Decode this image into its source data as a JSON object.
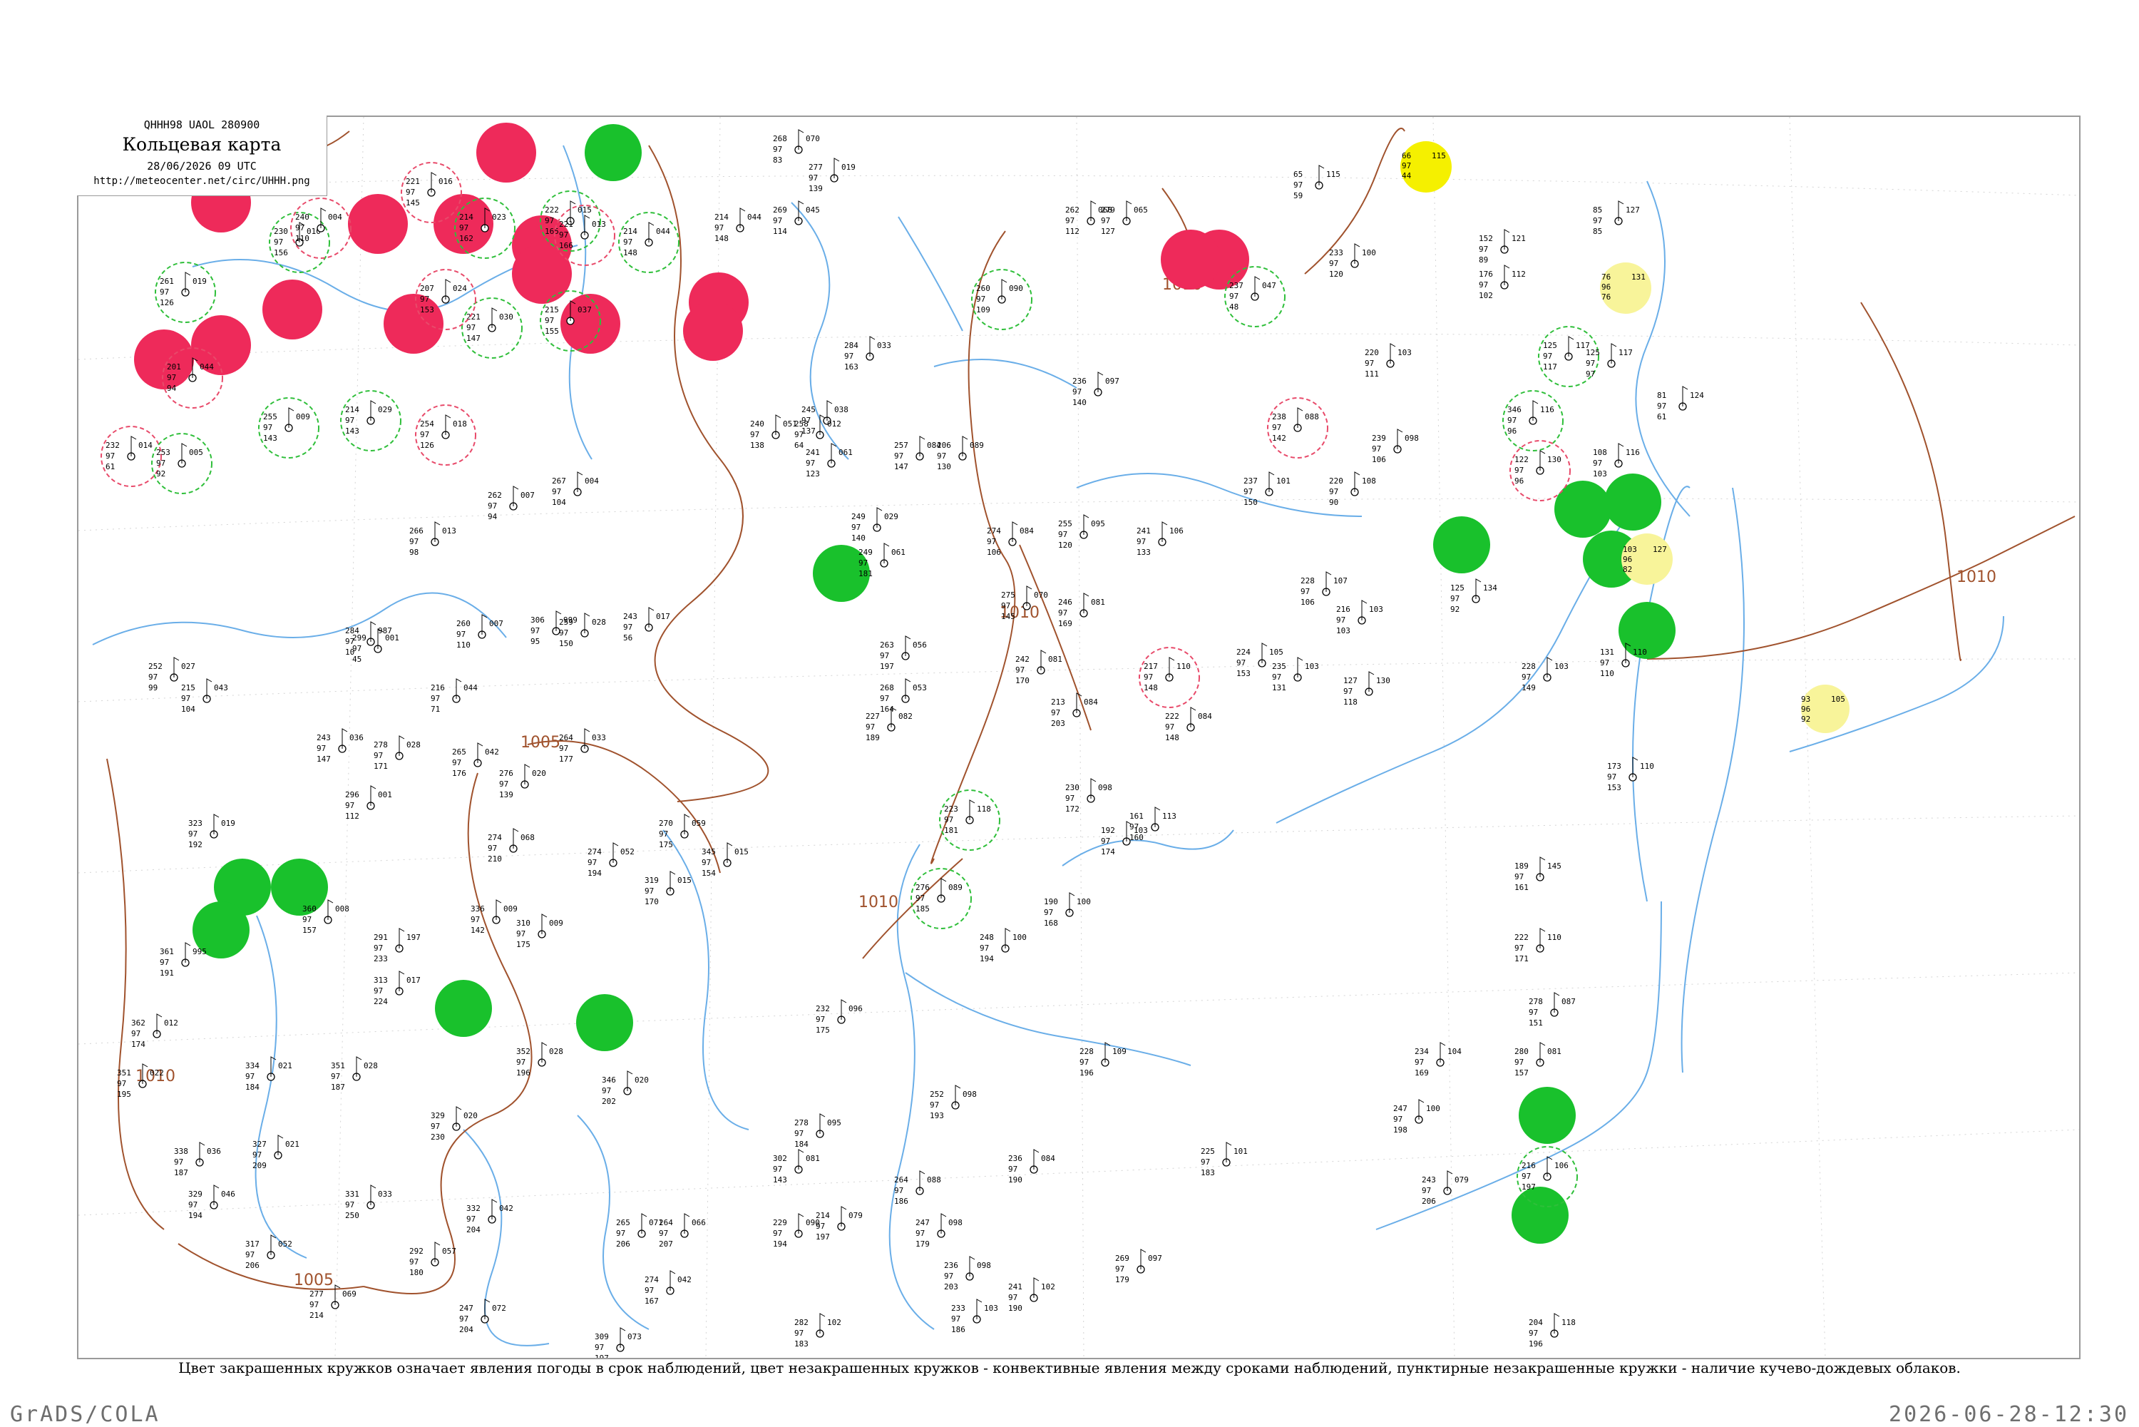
{
  "header": {
    "line1": "QHHH98  UAOL  280900",
    "title": "Кольцевая карта",
    "date": "28/06/2026 09 UTC",
    "url": "http://meteocenter.net/circ/UHHH.png"
  },
  "caption": "Цвет закрашенных кружков означает явления погоды в срок наблюдений, цвет незакрашенных кружков - конвективные явления между сроками наблюдений, пунктирные незакрашенные кружки - наличие кучево-дождевых облаков.",
  "footer": {
    "left": "GrADS/COLA",
    "right": "2026-06-28-12:30"
  },
  "colors": {
    "red_fill": "#ee2a5a",
    "green_fill": "#19c12c",
    "yellow_fill": "#f5f000",
    "pale_yellow_fill": "#f8f49a",
    "isobar": "#a0522d",
    "river": "#6aaee8",
    "dashed_green": "#2fbf3a",
    "dashed_red": "#e84a6a"
  },
  "isobar_labels": [
    "1010",
    "1005",
    "1010",
    "1005",
    "1010",
    "1010",
    "1010"
  ],
  "stations": [
    {
      "id": "a1",
      "p": "241",
      "t": "97",
      "d": "133",
      "q": "106"
    },
    {
      "id": "a2",
      "p": "237",
      "t": "97",
      "d": "150",
      "q": "101"
    },
    {
      "id": "a3",
      "p": "255",
      "t": "97",
      "d": "120",
      "q": "095"
    },
    {
      "id": "a4",
      "p": "236",
      "t": "97",
      "d": "140",
      "q": "097"
    },
    {
      "id": "a5",
      "p": "222",
      "t": "97",
      "d": "148",
      "q": "084"
    },
    {
      "id": "a6",
      "p": "224",
      "t": "97",
      "d": "153",
      "q": "105"
    },
    {
      "id": "a7",
      "p": "235",
      "t": "97",
      "d": "131",
      "q": "103"
    },
    {
      "id": "a8",
      "p": "228",
      "t": "97",
      "d": "106",
      "q": "107"
    },
    {
      "id": "a9",
      "p": "216",
      "t": "97",
      "d": "103",
      "q": "103"
    },
    {
      "id": "a10",
      "p": "127",
      "t": "97",
      "d": "118",
      "q": "130"
    },
    {
      "id": "a11",
      "p": "230",
      "t": "97",
      "d": "172",
      "q": "098"
    },
    {
      "id": "a12",
      "p": "192",
      "t": "97",
      "d": "174",
      "q": "103"
    },
    {
      "id": "a13",
      "p": "161",
      "t": "97",
      "d": "160",
      "q": "113"
    },
    {
      "id": "a14",
      "p": "190",
      "t": "97",
      "d": "168",
      "q": "100"
    },
    {
      "id": "a15",
      "p": "248",
      "t": "97",
      "d": "194",
      "q": "100"
    },
    {
      "id": "a16",
      "p": "228",
      "t": "97",
      "d": "196",
      "q": "109"
    },
    {
      "id": "a17",
      "p": "225",
      "t": "97",
      "d": "183",
      "q": "101"
    },
    {
      "id": "a18",
      "p": "234",
      "t": "97",
      "d": "169",
      "q": "104"
    },
    {
      "id": "a19",
      "p": "247",
      "t": "97",
      "d": "198",
      "q": "100"
    },
    {
      "id": "a20",
      "p": "243",
      "t": "97",
      "d": "206",
      "q": "079"
    },
    {
      "id": "a21",
      "p": "229",
      "t": "97",
      "d": "194",
      "q": "090"
    },
    {
      "id": "a22",
      "p": "228",
      "t": "97",
      "d": "149",
      "q": "103"
    },
    {
      "id": "a23",
      "p": "131",
      "t": "97",
      "d": "110",
      "q": "110"
    },
    {
      "id": "a24",
      "p": "173",
      "t": "97",
      "d": "153",
      "q": "110"
    },
    {
      "id": "a25",
      "p": "189",
      "t": "97",
      "d": "161",
      "q": "145"
    },
    {
      "id": "a26",
      "p": "222",
      "t": "97",
      "d": "171",
      "q": "110"
    },
    {
      "id": "a27",
      "p": "278",
      "t": "97",
      "d": "151",
      "q": "087"
    },
    {
      "id": "a28",
      "p": "280",
      "t": "97",
      "d": "157",
      "q": "081"
    },
    {
      "id": "a29",
      "p": "204",
      "t": "97",
      "d": "196",
      "q": "118"
    },
    {
      "id": "a30",
      "p": "125",
      "t": "97",
      "d": "92",
      "q": "134"
    },
    {
      "id": "a31",
      "p": "220",
      "t": "97",
      "d": "111",
      "q": "103"
    },
    {
      "id": "a32",
      "p": "233",
      "t": "97",
      "d": "120",
      "q": "100"
    },
    {
      "id": "a33",
      "p": "239",
      "t": "97",
      "d": "106",
      "q": "098"
    },
    {
      "id": "a34",
      "p": "220",
      "t": "97",
      "d": "90",
      "q": "108"
    },
    {
      "id": "a35",
      "p": "152",
      "t": "97",
      "d": "89",
      "q": "121"
    },
    {
      "id": "a36",
      "p": "176",
      "t": "97",
      "d": "102",
      "q": "112"
    },
    {
      "id": "a37",
      "p": "125",
      "t": "97",
      "d": "97",
      "q": "117"
    },
    {
      "id": "a38",
      "p": "108",
      "t": "97",
      "d": "103",
      "q": "116"
    },
    {
      "id": "a39",
      "p": "81",
      "t": "97",
      "d": "61",
      "q": "124"
    },
    {
      "id": "a40",
      "p": "85",
      "t": "97",
      "d": "85",
      "q": "127"
    },
    {
      "id": "a41",
      "p": "65",
      "t": "97",
      "d": "59",
      "q": "115"
    },
    {
      "id": "a42",
      "p": "262",
      "t": "97",
      "d": "112",
      "q": "068"
    },
    {
      "id": "a43",
      "p": "279",
      "t": "97",
      "d": "127",
      "q": "065"
    },
    {
      "id": "a44",
      "p": "268",
      "t": "97",
      "d": "83",
      "q": "070"
    },
    {
      "id": "a45",
      "p": "277",
      "t": "97",
      "d": "139",
      "q": "019"
    },
    {
      "id": "a46",
      "p": "269",
      "t": "97",
      "d": "114",
      "q": "045"
    },
    {
      "id": "a47",
      "p": "284",
      "t": "97",
      "d": "163",
      "q": "033"
    },
    {
      "id": "a48",
      "p": "257",
      "t": "97",
      "d": "147",
      "q": "084"
    },
    {
      "id": "a49",
      "p": "206",
      "t": "97",
      "d": "130",
      "q": "089"
    },
    {
      "id": "a50",
      "p": "274",
      "t": "97",
      "d": "106",
      "q": "084"
    },
    {
      "id": "a51",
      "p": "275",
      "t": "97",
      "d": "145",
      "q": "070"
    },
    {
      "id": "a52",
      "p": "246",
      "t": "97",
      "d": "169",
      "q": "081"
    },
    {
      "id": "a53",
      "p": "242",
      "t": "97",
      "d": "170",
      "q": "081"
    },
    {
      "id": "a54",
      "p": "213",
      "t": "97",
      "d": "203",
      "q": "084"
    },
    {
      "id": "a55",
      "p": "227",
      "t": "97",
      "d": "189",
      "q": "082"
    },
    {
      "id": "a56",
      "p": "263",
      "t": "97",
      "d": "197",
      "q": "056"
    },
    {
      "id": "a57",
      "p": "268",
      "t": "97",
      "d": "164",
      "q": "053"
    },
    {
      "id": "a58",
      "p": "249",
      "t": "97",
      "d": "181",
      "q": "061"
    },
    {
      "id": "a59",
      "p": "240",
      "t": "97",
      "d": "138",
      "q": "051"
    },
    {
      "id": "a60",
      "p": "249",
      "t": "97",
      "d": "140",
      "q": "029"
    },
    {
      "id": "a61",
      "p": "241",
      "t": "97",
      "d": "123",
      "q": "061"
    },
    {
      "id": "a62",
      "p": "245",
      "t": "97",
      "d": "137",
      "q": "038"
    },
    {
      "id": "a63",
      "p": "214",
      "t": "97",
      "d": "148",
      "q": "044"
    },
    {
      "id": "a64",
      "p": "258",
      "t": "97",
      "d": "64",
      "q": "012"
    },
    {
      "id": "a65",
      "p": "267",
      "t": "97",
      "d": "104",
      "q": "004"
    },
    {
      "id": "a66",
      "p": "262",
      "t": "97",
      "d": "94",
      "q": "007"
    },
    {
      "id": "a67",
      "p": "266",
      "t": "97",
      "d": "98",
      "q": "013"
    },
    {
      "id": "a68",
      "p": "260",
      "t": "97",
      "d": "110",
      "q": "007"
    },
    {
      "id": "a69",
      "p": "299",
      "t": "97",
      "d": "45",
      "q": "001"
    },
    {
      "id": "a70",
      "p": "306",
      "t": "97",
      "d": "95",
      "q": "999"
    },
    {
      "id": "a71",
      "p": "259",
      "t": "97",
      "d": "150",
      "q": "028"
    },
    {
      "id": "a72",
      "p": "243",
      "t": "97",
      "d": "56",
      "q": "017"
    },
    {
      "id": "a73",
      "p": "284",
      "t": "97",
      "d": "10",
      "q": "987"
    },
    {
      "id": "a74",
      "p": "252",
      "t": "97",
      "d": "99",
      "q": "027"
    },
    {
      "id": "a75",
      "p": "215",
      "t": "97",
      "d": "104",
      "q": "043"
    },
    {
      "id": "a76",
      "p": "216",
      "t": "97",
      "d": "71",
      "q": "044"
    },
    {
      "id": "a77",
      "p": "243",
      "t": "97",
      "d": "147",
      "q": "036"
    },
    {
      "id": "a78",
      "p": "278",
      "t": "97",
      "d": "171",
      "q": "028"
    },
    {
      "id": "a79",
      "p": "264",
      "t": "97",
      "d": "177",
      "q": "033"
    },
    {
      "id": "a80",
      "p": "265",
      "t": "97",
      "d": "176",
      "q": "042"
    },
    {
      "id": "a81",
      "p": "276",
      "t": "97",
      "d": "139",
      "q": "020"
    },
    {
      "id": "a82",
      "p": "296",
      "t": "97",
      "d": "112",
      "q": "001"
    },
    {
      "id": "a83",
      "p": "323",
      "t": "97",
      "d": "192",
      "q": "019"
    },
    {
      "id": "a84",
      "p": "270",
      "t": "97",
      "d": "175",
      "q": "059"
    },
    {
      "id": "a85",
      "p": "274",
      "t": "97",
      "d": "210",
      "q": "068"
    },
    {
      "id": "a86",
      "p": "274",
      "t": "97",
      "d": "194",
      "q": "052"
    },
    {
      "id": "a87",
      "p": "345",
      "t": "97",
      "d": "154",
      "q": "015"
    },
    {
      "id": "a88",
      "p": "319",
      "t": "97",
      "d": "170",
      "q": "015"
    },
    {
      "id": "a89",
      "p": "336",
      "t": "97",
      "d": "142",
      "q": "009"
    },
    {
      "id": "a90",
      "p": "360",
      "t": "97",
      "d": "157",
      "q": "008"
    },
    {
      "id": "a91",
      "p": "291",
      "t": "97",
      "d": "233",
      "q": "197"
    },
    {
      "id": "a92",
      "p": "310",
      "t": "97",
      "d": "175",
      "q": "009"
    },
    {
      "id": "a93",
      "p": "361",
      "t": "97",
      "d": "191",
      "q": "995"
    },
    {
      "id": "a94",
      "p": "313",
      "t": "97",
      "d": "224",
      "q": "017"
    },
    {
      "id": "a95",
      "p": "362",
      "t": "97",
      "d": "174",
      "q": "012"
    },
    {
      "id": "a96",
      "p": "351",
      "t": "97",
      "d": "195",
      "q": "022"
    },
    {
      "id": "a97",
      "p": "334",
      "t": "97",
      "d": "184",
      "q": "021"
    },
    {
      "id": "a98",
      "p": "351",
      "t": "97",
      "d": "187",
      "q": "028"
    },
    {
      "id": "a99",
      "p": "352",
      "t": "97",
      "d": "196",
      "q": "028"
    },
    {
      "id": "a100",
      "p": "346",
      "t": "97",
      "d": "202",
      "q": "020"
    },
    {
      "id": "a101",
      "p": "329",
      "t": "97",
      "d": "230",
      "q": "020"
    },
    {
      "id": "a102",
      "p": "327",
      "t": "97",
      "d": "209",
      "q": "021"
    },
    {
      "id": "a103",
      "p": "338",
      "t": "97",
      "d": "187",
      "q": "036"
    },
    {
      "id": "a104",
      "p": "329",
      "t": "97",
      "d": "194",
      "q": "046"
    },
    {
      "id": "a105",
      "p": "331",
      "t": "97",
      "d": "250",
      "q": "033"
    },
    {
      "id": "a106",
      "p": "332",
      "t": "97",
      "d": "204",
      "q": "042"
    },
    {
      "id": "a107",
      "p": "317",
      "t": "97",
      "d": "206",
      "q": "052"
    },
    {
      "id": "a108",
      "p": "292",
      "t": "97",
      "d": "180",
      "q": "057"
    },
    {
      "id": "a109",
      "p": "265",
      "t": "97",
      "d": "206",
      "q": "071"
    },
    {
      "id": "a110",
      "p": "264",
      "t": "97",
      "d": "207",
      "q": "066"
    },
    {
      "id": "a111",
      "p": "274",
      "t": "97",
      "d": "167",
      "q": "042"
    },
    {
      "id": "a112",
      "p": "277",
      "t": "97",
      "d": "214",
      "q": "069"
    },
    {
      "id": "a113",
      "p": "247",
      "t": "97",
      "d": "204",
      "q": "072"
    },
    {
      "id": "a114",
      "p": "214",
      "t": "97",
      "d": "197",
      "q": "079"
    },
    {
      "id": "a115",
      "p": "302",
      "t": "97",
      "d": "143",
      "q": "081"
    },
    {
      "id": "a116",
      "p": "278",
      "t": "97",
      "d": "184",
      "q": "095"
    },
    {
      "id": "a117",
      "p": "309",
      "t": "97",
      "d": "197",
      "q": "073"
    },
    {
      "id": "a118",
      "p": "282",
      "t": "97",
      "d": "183",
      "q": "102"
    },
    {
      "id": "a119",
      "p": "264",
      "t": "97",
      "d": "186",
      "q": "088"
    },
    {
      "id": "a120",
      "p": "236",
      "t": "97",
      "d": "190",
      "q": "084"
    },
    {
      "id": "a121",
      "p": "252",
      "t": "97",
      "d": "193",
      "q": "098"
    },
    {
      "id": "a122",
      "p": "247",
      "t": "97",
      "d": "179",
      "q": "098"
    },
    {
      "id": "a123",
      "p": "236",
      "t": "97",
      "d": "203",
      "q": "098"
    },
    {
      "id": "a124",
      "p": "233",
      "t": "97",
      "d": "186",
      "q": "103"
    },
    {
      "id": "a125",
      "p": "241",
      "t": "97",
      "d": "190",
      "q": "102"
    },
    {
      "id": "a126",
      "p": "269",
      "t": "97",
      "d": "179",
      "q": "097"
    },
    {
      "id": "a127",
      "p": "232",
      "t": "97",
      "d": "175",
      "q": "096"
    }
  ],
  "ring_stations": [
    {
      "id": "r1",
      "p": "232",
      "t": "97",
      "d": "61",
      "q": "014"
    },
    {
      "id": "r2",
      "p": "253",
      "t": "97",
      "d": "92",
      "q": "005"
    },
    {
      "id": "r3",
      "p": "261",
      "t": "97",
      "d": "126",
      "q": "019"
    },
    {
      "id": "r4",
      "p": "201",
      "t": "97",
      "d": "94",
      "q": "044"
    },
    {
      "id": "r5",
      "p": "255",
      "t": "97",
      "d": "143",
      "q": "009"
    },
    {
      "id": "r6",
      "p": "214",
      "t": "97",
      "d": "143",
      "q": "029"
    },
    {
      "id": "r7",
      "p": "254",
      "t": "97",
      "d": "126",
      "q": "018"
    },
    {
      "id": "r8",
      "p": "230",
      "t": "97",
      "d": "156",
      "q": "010"
    },
    {
      "id": "r9",
      "p": "240",
      "t": "97",
      "d": "110",
      "q": "004"
    },
    {
      "id": "r10",
      "p": "221",
      "t": "97",
      "d": "145",
      "q": "016"
    },
    {
      "id": "r11",
      "p": "214",
      "t": "97",
      "d": "162",
      "q": "023"
    },
    {
      "id": "r12",
      "p": "222",
      "t": "97",
      "d": "165",
      "q": "015"
    },
    {
      "id": "r13",
      "p": "221",
      "t": "97",
      "d": "166",
      "q": "013"
    },
    {
      "id": "r14",
      "p": "215",
      "t": "97",
      "d": "155",
      "q": "037"
    },
    {
      "id": "r15",
      "p": "221",
      "t": "97",
      "d": "147",
      "q": "030"
    },
    {
      "id": "r16",
      "p": "207",
      "t": "97",
      "d": "153",
      "q": "024"
    },
    {
      "id": "r17",
      "p": "214",
      "t": "97",
      "d": "148",
      "q": "044"
    },
    {
      "id": "r18",
      "p": "260",
      "t": "97",
      "d": "109",
      "q": "090"
    },
    {
      "id": "r19",
      "p": "238",
      "t": "97",
      "d": "142",
      "q": "088"
    },
    {
      "id": "r20",
      "p": "237",
      "t": "97",
      "d": "48",
      "q": "047"
    },
    {
      "id": "r21",
      "p": "346",
      "t": "97",
      "d": "96",
      "q": "116"
    },
    {
      "id": "r22",
      "p": "122",
      "t": "97",
      "d": "96",
      "q": "130"
    },
    {
      "id": "r23",
      "p": "125",
      "t": "97",
      "d": "117",
      "q": "117"
    },
    {
      "id": "r24",
      "p": "216",
      "t": "97",
      "d": "197",
      "q": "106"
    },
    {
      "id": "r25",
      "p": "217",
      "t": "97",
      "d": "148",
      "q": "110"
    },
    {
      "id": "r26",
      "p": "223",
      "t": "97",
      "d": "181",
      "q": "118"
    },
    {
      "id": "r27",
      "p": "276",
      "t": "97",
      "d": "185",
      "q": "089"
    }
  ],
  "filled_circles": [
    {
      "id": "f1",
      "kind": "red",
      "p": "",
      "t": "",
      "d": "",
      "q": ""
    },
    {
      "id": "f2",
      "kind": "green",
      "p": "",
      "t": "",
      "d": "",
      "q": ""
    },
    {
      "id": "f3",
      "kind": "yellow",
      "p": "66",
      "t": "97",
      "d": "44",
      "q": "115"
    },
    {
      "id": "f4",
      "kind": "pale_yellow",
      "p": "76",
      "t": "96",
      "d": "76",
      "q": "131"
    },
    {
      "id": "f5",
      "kind": "pale_yellow",
      "p": "103",
      "t": "96",
      "d": "82",
      "q": "127"
    },
    {
      "id": "f6",
      "kind": "pale_yellow",
      "p": "93",
      "t": "96",
      "d": "92",
      "q": "105"
    }
  ]
}
